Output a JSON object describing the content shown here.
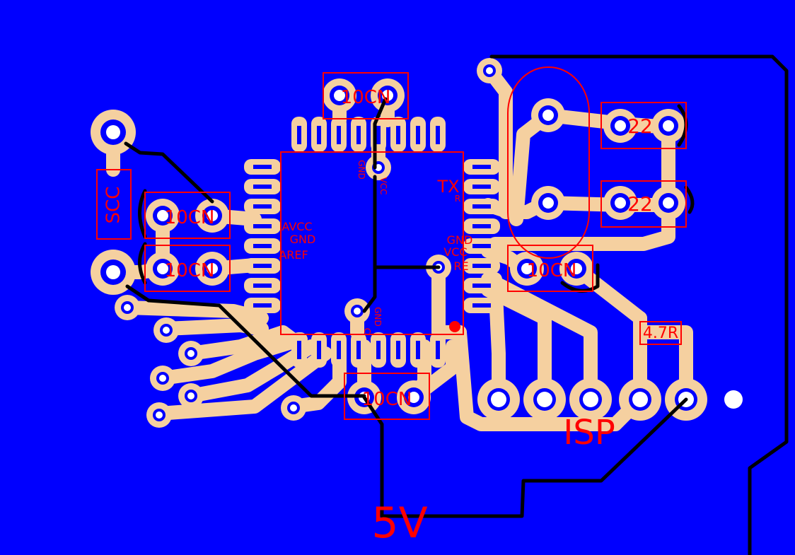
{
  "colors": {
    "ground_plane": "#0000ff",
    "copper": "#f5d0a0",
    "track": "#000000",
    "silkscreen": "#ff0000",
    "drill": "#ffffff",
    "pad_ring": "#0000ff"
  },
  "labels": {
    "scc": "SCC",
    "cap_top": "10CN",
    "cap_left_1": "10CN",
    "cap_left_2": "10CN",
    "cap_right": "10CN",
    "cap_bottom": "10CN",
    "xtal_cap_1": "22",
    "xtal_cap_2": "22",
    "resistor": "4.7R",
    "isp": "ISP",
    "power": "5V",
    "pin_tx": "TX",
    "pin_rx": "R",
    "pin_gnd_top": "GND",
    "pin_vcc_top": "VCC",
    "pin_avcc": "AVCC",
    "pin_gnd_left": "GND",
    "pin_aref": "AREF",
    "pin_gnd_right": "GND",
    "pin_vcc_right": "VCC",
    "pin_re": "RE",
    "pin_gnd_bottom": "GND",
    "pin_c_bottom": "C"
  }
}
